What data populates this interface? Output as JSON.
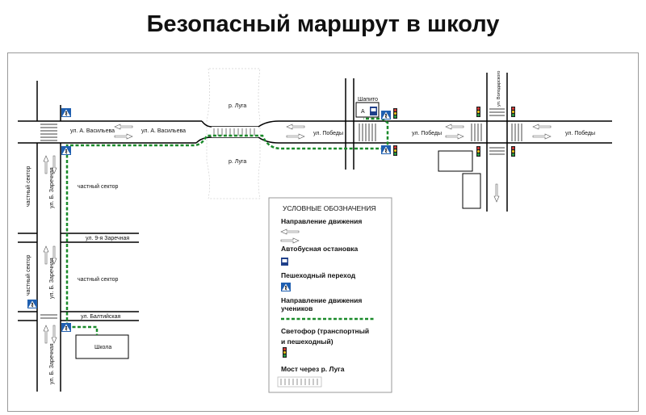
{
  "title": "Безопасный маршрут в школу",
  "streets": {
    "vasilieva": "ул. А. Васильева",
    "pobedy": "ул. Победы",
    "b_zarechnaya": "ул. Б. Заречная",
    "ninth_zarechnaya": "ул. 9-я Заречная",
    "baltiyskaya": "ул. Балтийская",
    "volodarskogo": "ул. Володарского"
  },
  "areas": {
    "private_sector": "частный сектор",
    "river": "р. Луга",
    "school": "Школа",
    "shapito": "Шапито",
    "bus_stop_letter": "А"
  },
  "legend": {
    "title": "УСЛОВНЫЕ ОБОЗНАЧЕНИЯ",
    "direction": "Направление движения",
    "bus_stop": "Автобусная остановка",
    "crossing": "Пешеходный переход",
    "students_line1": "Направление движения",
    "students_line2": "учеников",
    "traffic_line1": "Светофор (транспортный",
    "traffic_line2": "и пешеходный)",
    "bridge": "Мост через р. Луга"
  },
  "colors": {
    "route": "#1a8a2a",
    "crossing_sign": "#1f5fb0",
    "bus_stop_sign": "#1f3f8a",
    "road": "#000000"
  },
  "icons": {
    "crossing": "pedestrian-crossing-sign-icon",
    "bus": "bus-stop-sign-icon",
    "traffic_light": "traffic-light-icon",
    "arrow": "direction-arrow-icon"
  }
}
